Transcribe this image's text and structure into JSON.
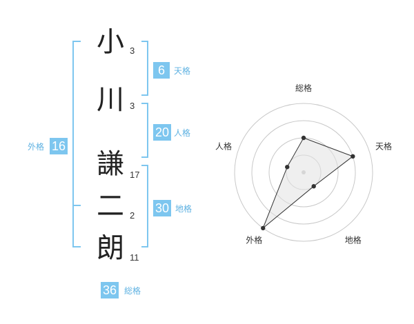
{
  "name": {
    "chars": [
      {
        "char": "小",
        "strokes": "3"
      },
      {
        "char": "川",
        "strokes": "3"
      },
      {
        "char": "謙",
        "strokes": "17"
      },
      {
        "char": "二",
        "strokes": "2"
      },
      {
        "char": "朗",
        "strokes": "11"
      }
    ]
  },
  "fortune": {
    "tenkaku": {
      "value": "6",
      "label": "天格"
    },
    "jinkaku": {
      "value": "20",
      "label": "人格"
    },
    "chikaku": {
      "value": "30",
      "label": "地格"
    },
    "gaikaku": {
      "value": "16",
      "label": "外格"
    },
    "soukaku": {
      "value": "36",
      "label": "総格"
    }
  },
  "colors": {
    "accent": "#7dc6ef",
    "bracket": "#7dc6ef",
    "label": "#5fb2e2"
  },
  "chart_data": {
    "type": "radar",
    "axes": [
      "総格",
      "天格",
      "地格",
      "外格",
      "人格"
    ],
    "rings": 4,
    "max": 4,
    "values": [
      2,
      3,
      1,
      4,
      1
    ]
  }
}
